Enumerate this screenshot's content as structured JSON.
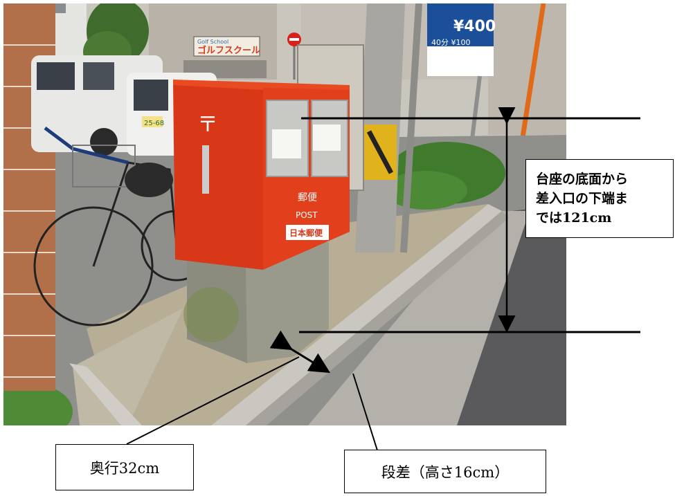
{
  "callouts": {
    "mouth_height": {
      "line1": "台座の底面から",
      "line2": "差入口の下端ま",
      "line3": "では121cm"
    },
    "depth": "奥行32cm",
    "step": "段差（高さ16cm）"
  },
  "postbox": {
    "symbol": "〒",
    "label_top": "郵便",
    "label_post": "POST",
    "badge": "日本郵便"
  },
  "signs": {
    "golf": "ゴルフスクール",
    "golf_small": "Golf School",
    "parking_price": "¥400",
    "parking_rate": "40分 ¥100",
    "plate": "25-68"
  },
  "colors": {
    "postbox_red": "#e2401c",
    "concrete": "#9a9a8c",
    "asphalt": "#5a5a5c"
  }
}
